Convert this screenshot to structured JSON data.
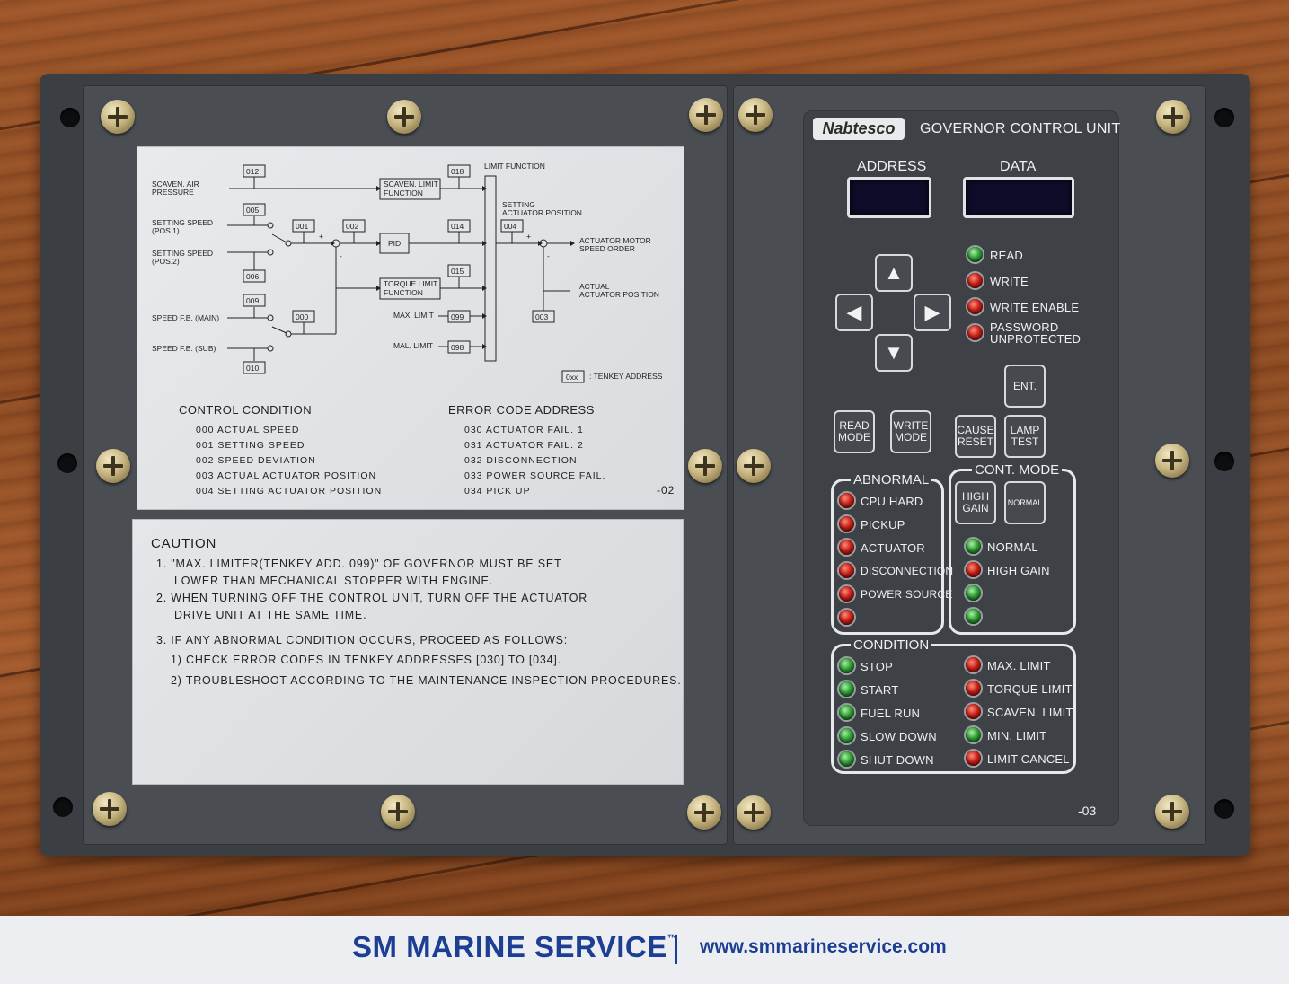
{
  "footer": {
    "brand": "SM MARINE SERVICE",
    "trademark": "™",
    "website": "www.smmarineservice.com",
    "brand_color": "#1d3f93"
  },
  "diagram": {
    "labels": {
      "scaven_air": [
        "SCAVEN. AIR",
        "PRESSURE"
      ],
      "setting_speed_1": [
        "SETTING SPEED",
        "(POS.1)"
      ],
      "setting_speed_2": [
        "SETTING SPEED",
        "(POS.2)"
      ],
      "speed_fb_main": "SPEED F.B. (MAIN)",
      "speed_fb_sub": "SPEED F.B. (SUB)",
      "scaven_limit_function": [
        "SCAVEN. LIMIT",
        "FUNCTION"
      ],
      "torque_limit_function": [
        "TORQUE LIMIT",
        "FUNCTION"
      ],
      "pid": "PID",
      "limit_function": "LIMIT FUNCTION",
      "setting_actuator_position": [
        "SETTING",
        "ACTUATOR POSITION"
      ],
      "actuator_motor_speed_order": [
        "ACTUATOR MOTOR",
        "SPEED ORDER"
      ],
      "actual_actuator_position": [
        "ACTUAL",
        "ACTUATOR POSITION"
      ],
      "max_limit": "MAX. LIMIT",
      "min_limit": "MAL. LIMIT",
      "tenkey_box": "0xx",
      "tenkey_note": ": TENKEY ADDRESS"
    },
    "boxes": {
      "b012": "012",
      "b005": "005",
      "b001": "001",
      "b002": "002",
      "b006": "006",
      "b009": "009",
      "b000": "000",
      "b010": "010",
      "b018": "018",
      "b014": "014",
      "b015": "015",
      "b099": "099",
      "b098": "098",
      "b004": "004",
      "b003": "003"
    },
    "signs": {
      "plus": "+",
      "minus": "-"
    },
    "control_condition": {
      "title": "CONTROL  CONDITION",
      "items": [
        "000  ACTUAL  SPEED",
        "001  SETTING  SPEED",
        "002  SPEED  DEVIATION",
        "003  ACTUAL  ACTUATOR  POSITION",
        "004  SETTING  ACTUATOR  POSITION"
      ]
    },
    "error_code": {
      "title": "ERROR  CODE  ADDRESS",
      "items": [
        "030  ACTUATOR  FAIL.  1",
        "031  ACTUATOR  FAIL.  2",
        "032  DISCONNECTION",
        "033  POWER  SOURCE  FAIL.",
        "034  PICK  UP"
      ]
    },
    "suffix": "-02"
  },
  "caution": {
    "title": "CAUTION",
    "lines": [
      "1.   \"MAX. LIMITER(TENKEY ADD. 099)\" OF  GOVERNOR  MUST  BE  SET",
      "LOWER  THAN  MECHANICAL  STOPPER  WITH  ENGINE.",
      "2.   WHEN  TURNING  OFF  THE  CONTROL  UNIT,  TURN  OFF  THE  ACTUATOR",
      "DRIVE  UNIT  AT  THE  SAME  TIME.",
      "3.   IF  ANY  ABNORMAL  CONDITION  OCCURS,  PROCEED  AS  FOLLOWS:",
      "1)  CHECK  ERROR  CODES  IN  TENKEY  ADDRESSES  [030]  TO  [034].",
      "2)  TROUBLESHOOT  ACCORDING  TO  THE  MAINTENANCE  INSPECTION  PROCEDURES."
    ]
  },
  "gcu": {
    "logo": "Nabtesco",
    "title": "GOVERNOR CONTROL UNIT",
    "address_label": "ADDRESS",
    "data_label": "DATA",
    "arrows": {
      "up": "▲",
      "left": "◀",
      "right": "▶",
      "down": "▼"
    },
    "status_leds": [
      {
        "label": "READ",
        "color": "green"
      },
      {
        "label": "WRITE",
        "color": "red"
      },
      {
        "label": "WRITE ENABLE",
        "color": "red"
      },
      {
        "label": "PASSWORD\nUNPROTECTED",
        "color": "red"
      }
    ],
    "keys": {
      "ent": "ENT.",
      "read_mode": [
        "READ",
        "MODE"
      ],
      "write_mode": [
        "WRITE",
        "MODE"
      ],
      "cause_reset": [
        "CAUSE",
        "RESET"
      ],
      "lamp_test": [
        "LAMP",
        "TEST"
      ],
      "high_gain": [
        "HIGH",
        "GAIN"
      ],
      "normal": "NORMAL"
    },
    "abnormal": {
      "title": "ABNORMAL",
      "items": [
        "CPU HARD",
        "PICKUP",
        "ACTUATOR",
        "DISCONNECTION",
        "POWER SOURCE",
        ""
      ]
    },
    "cont_mode": {
      "title": "CONT. MODE",
      "items": [
        {
          "label": "NORMAL",
          "color": "green"
        },
        {
          "label": "HIGH GAIN",
          "color": "red"
        },
        {
          "label": "",
          "color": "green"
        },
        {
          "label": "",
          "color": "green"
        }
      ]
    },
    "condition": {
      "title": "CONDITION",
      "left": [
        {
          "label": "STOP",
          "color": "green"
        },
        {
          "label": "START",
          "color": "green"
        },
        {
          "label": "FUEL RUN",
          "color": "green"
        },
        {
          "label": "SLOW DOWN",
          "color": "green"
        },
        {
          "label": "SHUT DOWN",
          "color": "green"
        }
      ],
      "right": [
        {
          "label": "MAX. LIMIT",
          "color": "red"
        },
        {
          "label": "TORQUE LIMIT",
          "color": "red"
        },
        {
          "label": "SCAVEN. LIMIT",
          "color": "red"
        },
        {
          "label": "MIN. LIMIT",
          "color": "green"
        },
        {
          "label": "LIMIT CANCEL",
          "color": "red"
        }
      ]
    },
    "suffix": "-03"
  }
}
